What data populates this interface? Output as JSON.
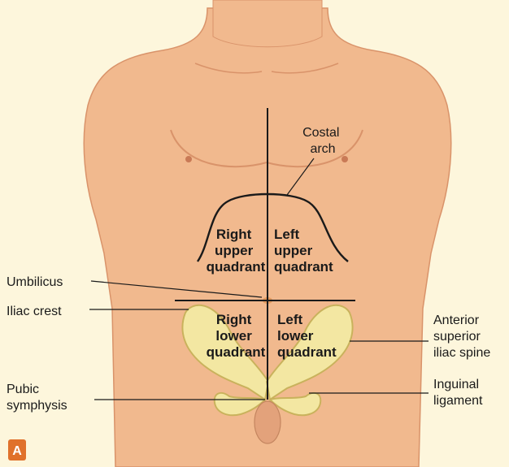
{
  "colors": {
    "background": "#fdf6dc",
    "skin": "#f1b98e",
    "skin_shadow": "#d9936a",
    "bone": "#f4eaa4",
    "bone_outline": "#c7b25a",
    "line": "#1a1a1a",
    "badge": "#e0712b"
  },
  "quadrants": {
    "right_upper": [
      "Right",
      "upper",
      "quadrant"
    ],
    "left_upper": [
      "Left",
      "upper",
      "quadrant"
    ],
    "right_lower": [
      "Right",
      "lower",
      "quadrant"
    ],
    "left_lower": [
      "Left",
      "lower",
      "quadrant"
    ]
  },
  "callouts": {
    "costal_arch": [
      "Costal",
      "arch"
    ],
    "umbilicus": [
      "Umbilicus"
    ],
    "iliac_crest": [
      "Iliac crest"
    ],
    "pubic_symphysis": [
      "Pubic",
      "symphysis"
    ],
    "anterior_superior_iliac_spine": [
      "Anterior",
      "superior",
      "iliac spine"
    ],
    "inguinal_ligament": [
      "Inguinal",
      "ligament"
    ]
  },
  "panel_label": "A"
}
